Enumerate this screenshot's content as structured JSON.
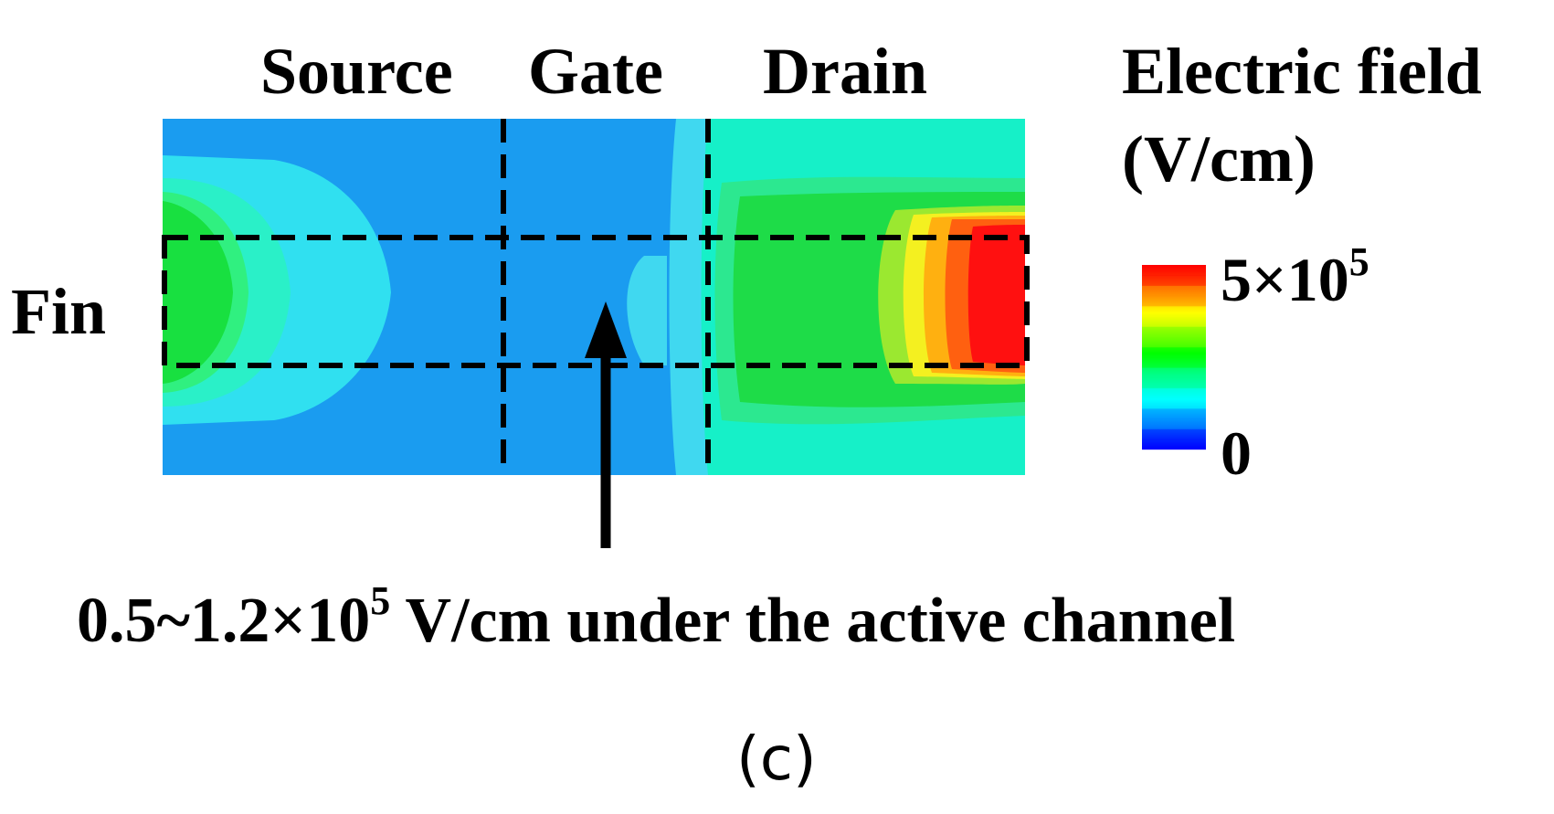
{
  "figure": {
    "region_labels": {
      "source": "Source",
      "gate": "Gate",
      "drain": "Drain"
    },
    "fin_label": "Fin",
    "colorbar": {
      "title_line1": "Electric field",
      "title_line2": "(V/cm)",
      "max_label_base": "5×10",
      "max_label_exp": "5",
      "min_label": "0",
      "colors": [
        "#0000ff",
        "#0080ff",
        "#00ffff",
        "#00ff80",
        "#00ff00",
        "#80ff00",
        "#ffff00",
        "#ff8000",
        "#ff0000"
      ]
    },
    "annotation": {
      "prefix": "0.5~1.2×10",
      "exp": "5",
      "suffix": " V/cm under the active channel"
    },
    "panel_label": "(c)"
  }
}
